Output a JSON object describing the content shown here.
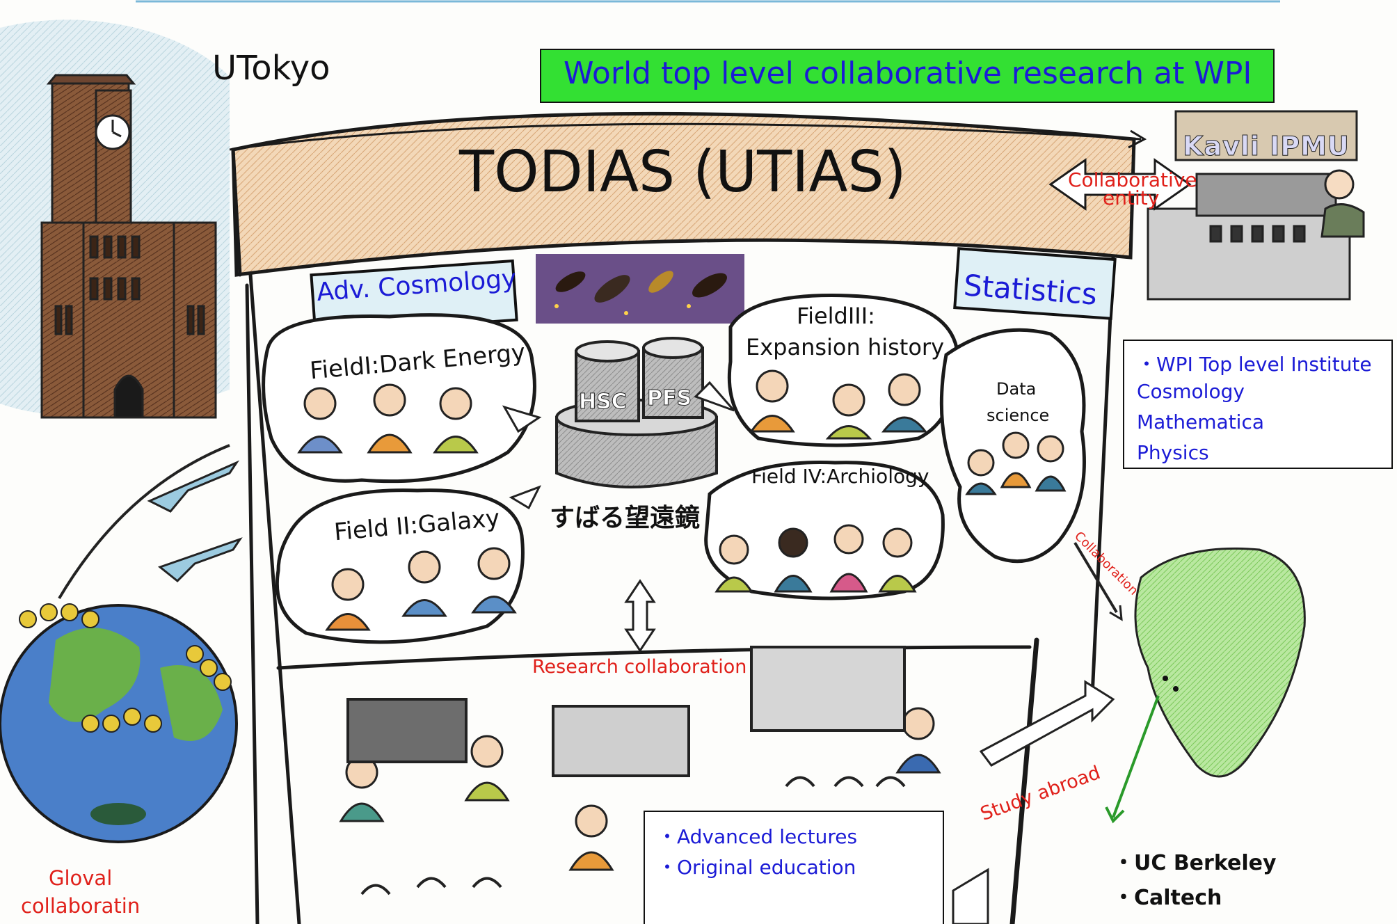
{
  "utokyo_label": "UTokyo",
  "wpi_banner": "World top level collaborative research at WPI",
  "todias_title": "TODIAS (UTIAS)",
  "kavli_label": "Kavli IPMU",
  "collaborative_entity": [
    "Collaborative",
    "entity"
  ],
  "adv_cosmology": "Adv. Cosmology",
  "statistics": "Statistics",
  "field1": "FieldI:Dark Energy",
  "field2": "Field II:Galaxy",
  "field3": [
    "FieldIII:",
    "Expansion history"
  ],
  "field4": "Field IV:Archiology",
  "telescope_labels": {
    "hsc": "HSC",
    "pfs": "PFS",
    "subaru": "すばる望遠鏡"
  },
  "data_science": [
    "Data",
    "science"
  ],
  "wpi_box": [
    "・WPI Top level Institute",
    "Cosmology",
    "Mathematica",
    "Physics"
  ],
  "collaboration": "Collaboration",
  "research_collaboration": "Research collaboration",
  "study_abroad": "Study abroad",
  "education_box": [
    "・Advanced lectures",
    "・Original education"
  ],
  "partners": [
    "・UC Berkeley",
    "・Caltech"
  ],
  "global_collaboration": [
    "Gloval",
    "collaboratin"
  ],
  "colors": {
    "banner_green": "#33e033",
    "label_red": "#e0201a",
    "label_blue": "#1b1bd6"
  }
}
